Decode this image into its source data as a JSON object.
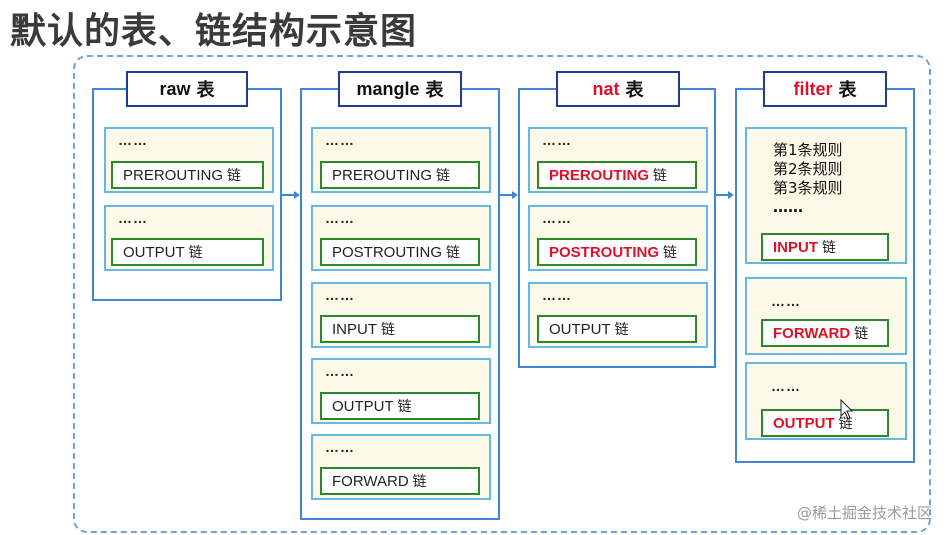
{
  "title": "默认的表、链结构示意图",
  "watermark": "@稀土掘金技术社区",
  "chain_suffix": "链",
  "tables": [
    {
      "name": "raw",
      "suffix": "表",
      "chains": [
        {
          "label": "PREROUTING",
          "rules": [
            "……"
          ]
        },
        {
          "label": "OUTPUT",
          "rules": [
            "……"
          ]
        }
      ]
    },
    {
      "name": "mangle",
      "suffix": "表",
      "chains": [
        {
          "label": "PREROUTING",
          "rules": [
            "……"
          ]
        },
        {
          "label": "POSTROUTING",
          "rules": [
            "……"
          ]
        },
        {
          "label": "INPUT",
          "rules": [
            "……"
          ]
        },
        {
          "label": "OUTPUT",
          "rules": [
            "……"
          ]
        },
        {
          "label": "FORWARD",
          "rules": [
            "……"
          ]
        }
      ]
    },
    {
      "name": "nat",
      "suffix": "表",
      "chains": [
        {
          "label": "PREROUTING",
          "rules": [
            "……"
          ]
        },
        {
          "label": "POSTROUTING",
          "rules": [
            "……"
          ]
        },
        {
          "label": "OUTPUT",
          "rules": [
            "……"
          ]
        }
      ]
    },
    {
      "name": "filter",
      "suffix": "表",
      "chains": [
        {
          "label": "INPUT",
          "rules": [
            "第1条规则",
            "第2条规则",
            "第3条规则",
            "……"
          ]
        },
        {
          "label": "FORWARD",
          "rules": [
            "……"
          ]
        },
        {
          "label": "OUTPUT",
          "rules": [
            "……"
          ]
        }
      ]
    }
  ],
  "colors": {
    "table_name_highlight": "#e0102a",
    "chain_highlight": "#e0102a",
    "column_border": "#3f86d4",
    "header_border": "#1f3d8f",
    "chain_border": "#2a8a2a",
    "chain_fill": "#fcf9e8"
  }
}
